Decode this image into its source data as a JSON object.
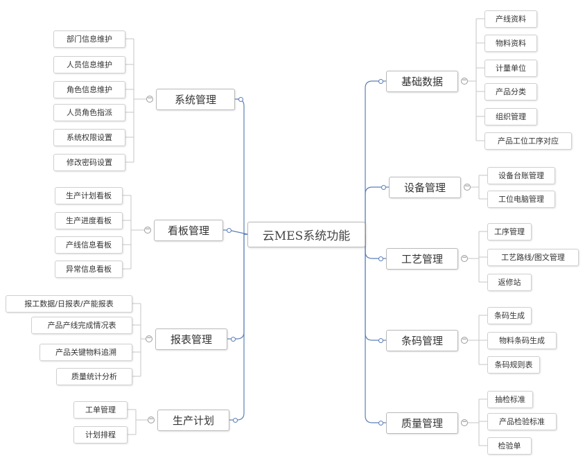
{
  "colors": {
    "main_line": "#5b7fb8",
    "leaf_line": "#c6c6c6",
    "border": "#b9b9b9"
  },
  "root": {
    "label": "云MES系统功能"
  },
  "branches": [
    {
      "label": "系统管理",
      "side": "left",
      "leaves": [
        "部门信息维护",
        "人员信息维护",
        "角色信息维护",
        "人员角色指派",
        "系统权限设置",
        "修改密码设置"
      ]
    },
    {
      "label": "看板管理",
      "side": "left",
      "leaves": [
        "生产计划看板",
        "生产进度看板",
        "产线信息看板",
        "异常信息看板"
      ]
    },
    {
      "label": "报表管理",
      "side": "left",
      "leaves": [
        "报工数据/日报表/产能报表",
        "产品产线完成情况表",
        "产品关键物料追溯",
        "质量统计分析"
      ]
    },
    {
      "label": "生产计划",
      "side": "left",
      "leaves": [
        "工单管理",
        "计划排程"
      ]
    },
    {
      "label": "基础数据",
      "side": "right",
      "leaves": [
        "产线资料",
        "物料资料",
        "计量单位",
        "产品分类",
        "组织管理",
        "产品工位工序对应"
      ]
    },
    {
      "label": "设备管理",
      "side": "right",
      "leaves": [
        "设备台账管理",
        "工位电脑管理"
      ]
    },
    {
      "label": "工艺管理",
      "side": "right",
      "leaves": [
        "工序管理",
        "工艺路线/图文管理",
        "返修站"
      ]
    },
    {
      "label": "条码管理",
      "side": "right",
      "leaves": [
        "条码生成",
        "物料条码生成",
        "条码规则表"
      ]
    },
    {
      "label": "质量管理",
      "side": "right",
      "leaves": [
        "抽检标准",
        "产品检验标准",
        "检验单"
      ]
    }
  ]
}
